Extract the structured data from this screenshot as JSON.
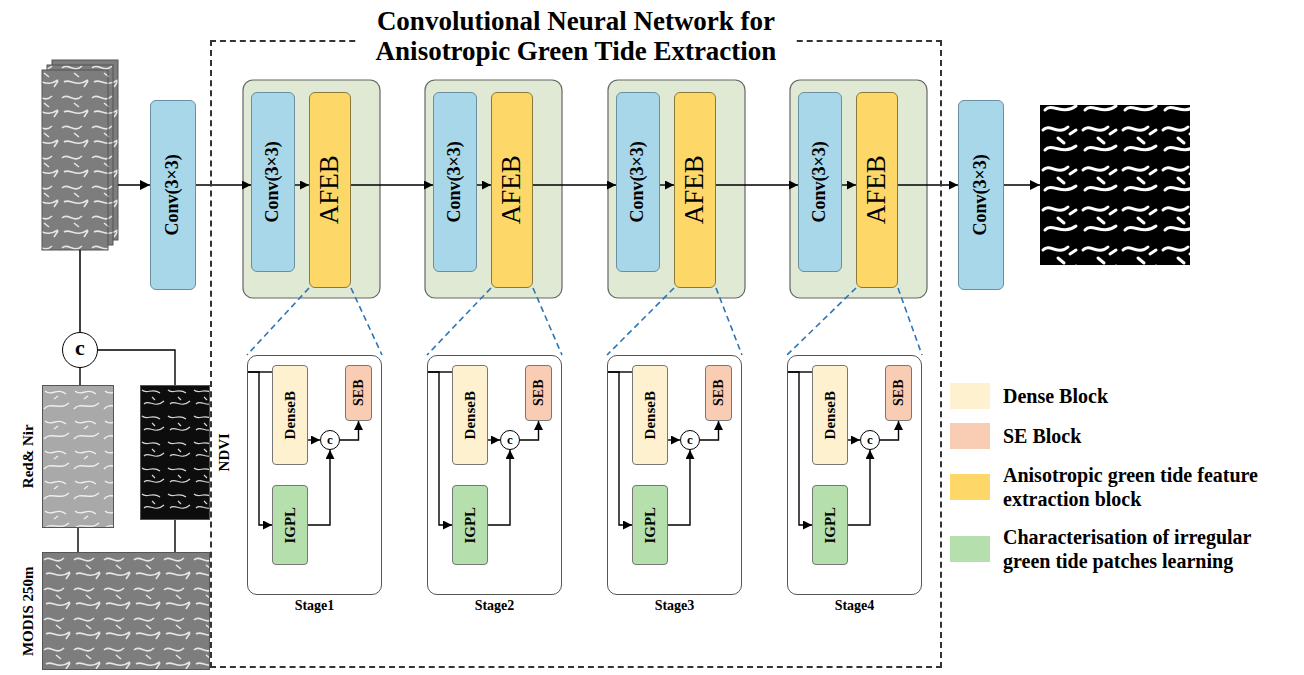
{
  "diagram": {
    "nodes": [
      {
        "text": [
          "c"
        ]
      },
      {
        "text": [
          "Red& Nir"
        ]
      },
      {
        "text": [
          "NDVI"
        ]
      },
      {
        "text": [
          "MODIS 250m"
        ]
      },
      {
        "text": [
          "Conv(3×3)"
        ]
      },
      {
        "text": [
          "Convolutional Neural Network for Anisotropic Green Tide Extraction"
        ]
      },
      {
        "text": [
          "Conv(3×3)"
        ],
        "in": 5
      },
      {
        "text": [
          "AFEB"
        ],
        "in": 5
      },
      {
        "text": [
          "Conv(3×3)"
        ],
        "in": 5
      },
      {
        "text": [
          "AFEB"
        ],
        "in": 5
      },
      {
        "text": [
          "Conv(3×3)"
        ],
        "in": 5
      },
      {
        "text": [
          "AFEB"
        ],
        "in": 5
      },
      {
        "text": [
          "Conv(3×3)"
        ],
        "in": 5
      },
      {
        "text": [
          "AFEB"
        ],
        "in": 5
      },
      {
        "text": [
          "Stage1"
        ],
        "in": 5
      },
      {
        "text": [
          "DenseB"
        ],
        "in": 14
      },
      {
        "text": [
          "IGPL"
        ],
        "in": 14
      },
      {
        "text": [
          "c"
        ],
        "in": 14
      },
      {
        "text": [
          "SEB"
        ],
        "in": 14
      },
      {
        "text": [
          "Stage2"
        ],
        "in": 5
      },
      {
        "text": [
          "DenseB"
        ],
        "in": 19
      },
      {
        "text": [
          "IGPL"
        ],
        "in": 19
      },
      {
        "text": [
          "c"
        ],
        "in": 19
      },
      {
        "text": [
          "SEB"
        ],
        "in": 19
      },
      {
        "text": [
          "Stage3"
        ],
        "in": 5
      },
      {
        "text": [
          "DenseB"
        ],
        "in": 24
      },
      {
        "text": [
          "IGPL"
        ],
        "in": 24
      },
      {
        "text": [
          "c"
        ],
        "in": 24
      },
      {
        "text": [
          "SEB"
        ],
        "in": 24
      },
      {
        "text": [
          "Stage4"
        ],
        "in": 5
      },
      {
        "text": [
          "DenseB"
        ],
        "in": 29
      },
      {
        "text": [
          "IGPL"
        ],
        "in": 29
      },
      {
        "text": [
          "c"
        ],
        "in": 29
      },
      {
        "text": [
          "SEB"
        ],
        "in": 29
      },
      {
        "text": [
          "Conv(3×3)"
        ]
      }
    ],
    "edges": [
      {
        "from": 3,
        "to": 1,
        "arrow": "none"
      },
      {
        "from": 3,
        "to": 2,
        "arrow": "none"
      },
      {
        "from": 1,
        "to": 0,
        "arrow": "none"
      },
      {
        "from": 2,
        "to": 0,
        "arrow": "none"
      },
      {
        "from": 4,
        "to": 6,
        "arrow": "to"
      },
      {
        "from": 6,
        "to": 7,
        "arrow": "to"
      },
      {
        "from": 7,
        "to": 8,
        "arrow": "to"
      },
      {
        "from": 8,
        "to": 9,
        "arrow": "to"
      },
      {
        "from": 9,
        "to": 10,
        "arrow": "to"
      },
      {
        "from": 10,
        "to": 11,
        "arrow": "to"
      },
      {
        "from": 11,
        "to": 12,
        "arrow": "to"
      },
      {
        "from": 12,
        "to": 13,
        "arrow": "to"
      },
      {
        "from": 13,
        "to": 34,
        "arrow": "to"
      },
      {
        "from": 7,
        "to": 14,
        "arrow": "none"
      },
      {
        "from": 9,
        "to": 19,
        "arrow": "none"
      },
      {
        "from": 11,
        "to": 24,
        "arrow": "none"
      },
      {
        "from": 13,
        "to": 29,
        "arrow": "none"
      },
      {
        "from": 14,
        "to": 15,
        "arrow": "none"
      },
      {
        "from": 14,
        "to": 16,
        "arrow": "to"
      },
      {
        "from": 15,
        "to": 17,
        "arrow": "to"
      },
      {
        "from": 16,
        "to": 17,
        "arrow": "to"
      },
      {
        "from": 17,
        "to": 18,
        "arrow": "to"
      },
      {
        "from": 19,
        "to": 20,
        "arrow": "none"
      },
      {
        "from": 19,
        "to": 21,
        "arrow": "to"
      },
      {
        "from": 20,
        "to": 22,
        "arrow": "to"
      },
      {
        "from": 21,
        "to": 22,
        "arrow": "to"
      },
      {
        "from": 22,
        "to": 23,
        "arrow": "to"
      },
      {
        "from": 24,
        "to": 25,
        "arrow": "none"
      },
      {
        "from": 24,
        "to": 26,
        "arrow": "to"
      },
      {
        "from": 25,
        "to": 27,
        "arrow": "to"
      },
      {
        "from": 26,
        "to": 27,
        "arrow": "to"
      },
      {
        "from": 27,
        "to": 28,
        "arrow": "to"
      },
      {
        "from": 29,
        "to": 30,
        "arrow": "none"
      },
      {
        "from": 29,
        "to": 31,
        "arrow": "to"
      },
      {
        "from": 30,
        "to": 32,
        "arrow": "to"
      },
      {
        "from": 31,
        "to": 32,
        "arrow": "to"
      },
      {
        "from": 32,
        "to": 33,
        "arrow": "to"
      }
    ],
    "legend": [
      {
        "text": "Dense Block",
        "color": "#fdf1cf"
      },
      {
        "text": "SE Block",
        "color": "#f8cdb4"
      },
      {
        "text": "Anisotropic green tide feature extraction block",
        "color": "#fdd869"
      },
      {
        "text": "Characterisation of irregular green tide patches learning",
        "color": "#b5dfad"
      }
    ]
  }
}
